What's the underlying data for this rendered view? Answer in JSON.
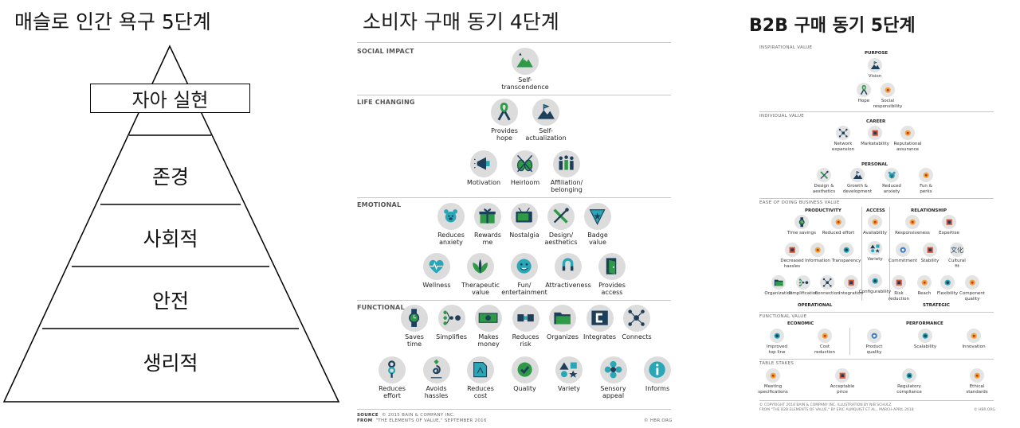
{
  "maslow": {
    "title": "매슬로 인간 욕구 5단계",
    "levels": [
      "자아 실현",
      "존경",
      "사회적",
      "안전",
      "생리적"
    ]
  },
  "consumer": {
    "title": "소비자 구매 동기 4단계",
    "sections": {
      "social": "SOCIAL IMPACT",
      "life": "LIFE CHANGING",
      "emotional": "EMOTIONAL",
      "functional": "FUNCTIONAL"
    },
    "social_items": [
      "Self-\ntranscendence"
    ],
    "life_row1": [
      "Provides\nhope",
      "Self-\nactualization"
    ],
    "life_row2": [
      "Motivation",
      "Heirloom",
      "Affiliation/\nbelonging"
    ],
    "emo_row1": [
      "Reduces\nanxiety",
      "Rewards\nme",
      "Nostalgia",
      "Design/\naesthetics",
      "Badge\nvalue"
    ],
    "emo_row2": [
      "Wellness",
      "Therapeutic\nvalue",
      "Fun/\nentertainment",
      "Attractiveness",
      "Provides\naccess"
    ],
    "func_row1": [
      "Saves\ntime",
      "Simplifies",
      "Makes\nmoney",
      "Reduces\nrisk",
      "Organizes",
      "Integrates",
      "Connects"
    ],
    "func_row2": [
      "Reduces\neffort",
      "Avoids\nhassles",
      "Reduces\ncost",
      "Quality",
      "Variety",
      "Sensory\nappeal",
      "Informs"
    ],
    "source_label": "SOURCE",
    "source_text": "© 2015 BAIN & COMPANY INC.",
    "from_label": "FROM",
    "from_text": "\"THE ELEMENTS OF VALUE,\" SEPTEMBER 2016",
    "hbr": "© HBR.ORG",
    "colors": {
      "green": "#2e9a47",
      "navy": "#1d3f5a",
      "teal": "#2aa7b6",
      "gray": "#dcdcdc"
    }
  },
  "b2b": {
    "title": "B2B 구매 동기 5단계",
    "sections": {
      "inspirational": "INSPIRATIONAL VALUE",
      "individual": "INDIVIDUAL VALUE",
      "ease": "EASE OF DOING BUSINESS VALUE",
      "functional": "FUNCTIONAL VALUE",
      "table": "TABLE STAKES"
    },
    "groups": {
      "purpose": "PURPOSE",
      "career": "CAREER",
      "personal": "PERSONAL",
      "productivity": "PRODUCTIVITY",
      "access": "ACCESS",
      "relationship": "RELATIONSHIP",
      "operational": "OPERATIONAL",
      "strategic": "STRATEGIC",
      "economic": "ECONOMIC",
      "performance": "PERFORMANCE"
    },
    "purpose_items": [
      "Vision",
      "Hope",
      "Social\nresponsibility"
    ],
    "career_items": [
      "Network\nexpansion",
      "Marketability",
      "Reputational\nassurance"
    ],
    "personal_items": [
      "Design &\naesthetics",
      "Growth &\ndevelopment",
      "Reduced\nanxiety",
      "Fun &\nperks"
    ],
    "productivity_row1": [
      "Time savings",
      "Reduced effort"
    ],
    "productivity_row2": [
      "Decreased\nhassles",
      "Information",
      "Transparency"
    ],
    "access_items": [
      "Availability",
      "Variety",
      "Configurability"
    ],
    "relationship_row1": [
      "Responsiveness",
      "Expertise"
    ],
    "relationship_row2": [
      "Commitment",
      "Stability",
      "Cultural\nfit"
    ],
    "operational_items": [
      "Organization",
      "Simplification",
      "Connection",
      "Integration"
    ],
    "strategic_items": [
      "Risk\nreduction",
      "Reach",
      "Flexibility",
      "Component\nquality"
    ],
    "economic_items": [
      "Improved\ntop line",
      "Cost\nreduction"
    ],
    "performance_items": [
      "Product\nquality",
      "Scalability",
      "Innovation"
    ],
    "table_items": [
      "Meeting\nspecifications",
      "Acceptable\nprice",
      "Regulatory\ncompliance",
      "Ethical\nstandards"
    ],
    "footer_copy": "© COPYRIGHT 2018 BAIN & COMPANY INC.        ILLUSTRATION BY NIB SCHULZ",
    "footer_from": "FROM  \"THE B2B ELEMENTS OF VALUE,\" BY ERIC ALMQUIST ET AL., MARCH-APRIL 2018",
    "footer_hbr": "© HBR.ORG",
    "cultural_icon_text": "文化"
  }
}
